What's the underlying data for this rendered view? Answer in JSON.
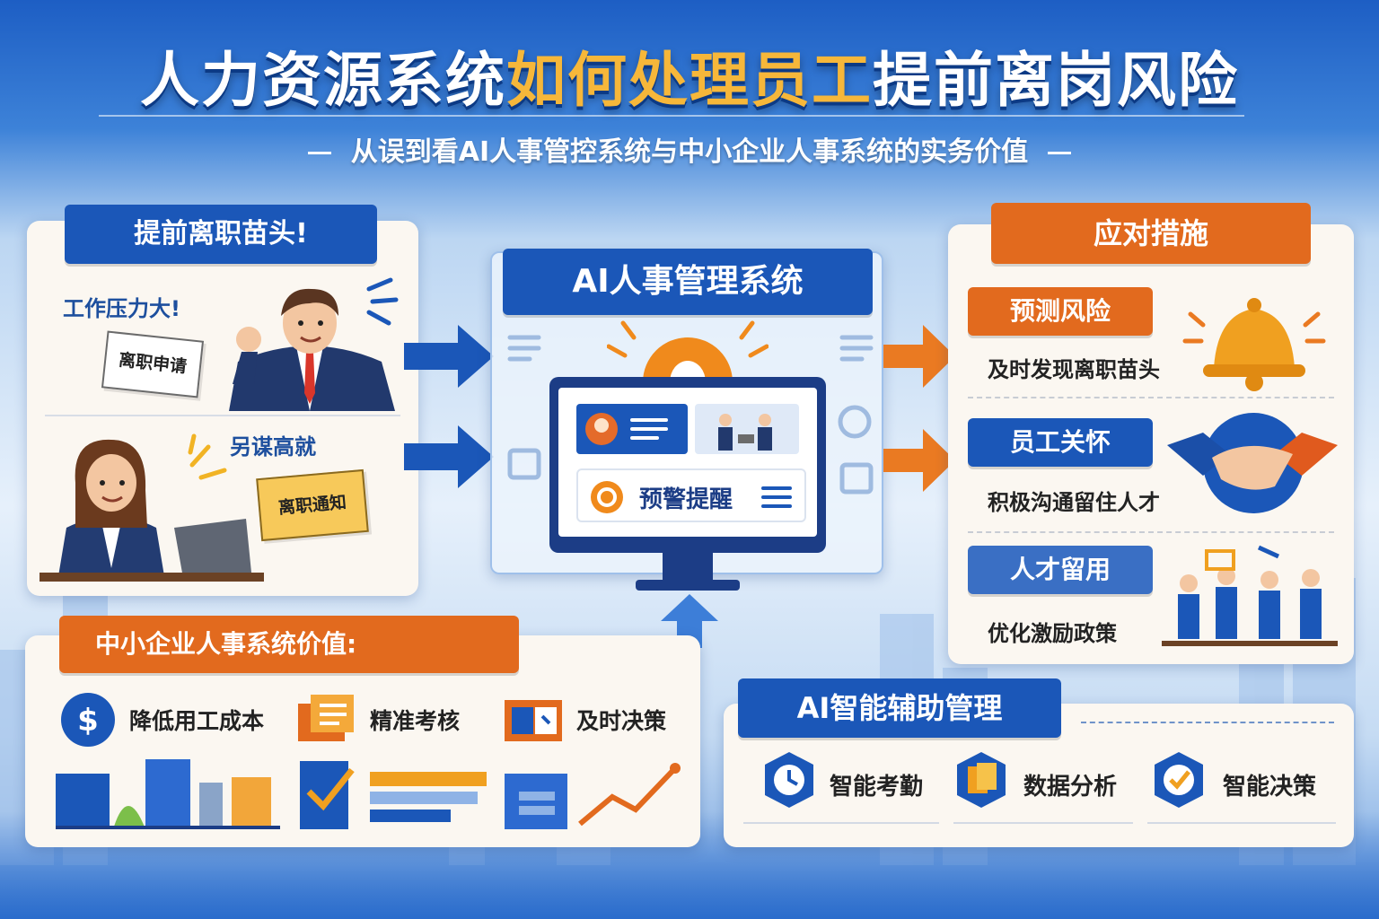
{
  "header": {
    "title_part1": "人力资源系统",
    "title_highlight": "如何处理员工",
    "title_part2": "提前离岗风险",
    "subtitle": "从误到看AI人事管控系统与中小企业人事系统的实务价值"
  },
  "risk_panel": {
    "tag": "提前离职苗头!",
    "case1_label": "工作压力大!",
    "case1_note": "离职申请",
    "case2_label": "另谋高就",
    "case2_note": "离职通知"
  },
  "center": {
    "tag": "AI人事管理系统",
    "screen_text": "预警提醒"
  },
  "solution_panel": {
    "tag": "应对措施",
    "items": [
      {
        "tag": "预测风险",
        "desc": "及时发现离职苗头"
      },
      {
        "tag": "员工关怀",
        "desc": "积极沟通留住人才"
      },
      {
        "tag": "人才留用",
        "desc": "优化激励政策"
      }
    ]
  },
  "value_panel": {
    "tag": "中小企业人事系统价值:",
    "items": [
      {
        "icon": "dollar-icon",
        "label": "降低用工成本"
      },
      {
        "icon": "document-icon",
        "label": "精准考核"
      },
      {
        "icon": "calendar-icon",
        "label": "及时决策"
      }
    ]
  },
  "ai_panel": {
    "tag": "AI智能辅助管理",
    "items": [
      {
        "icon": "clock-icon",
        "label": "智能考勤"
      },
      {
        "icon": "files-icon",
        "label": "数据分析"
      },
      {
        "icon": "check-badge-icon",
        "label": "智能决策"
      }
    ]
  },
  "colors": {
    "primary_blue": "#1b57b8",
    "accent_orange": "#e26a1e",
    "title_gold": "#f6b73a"
  }
}
